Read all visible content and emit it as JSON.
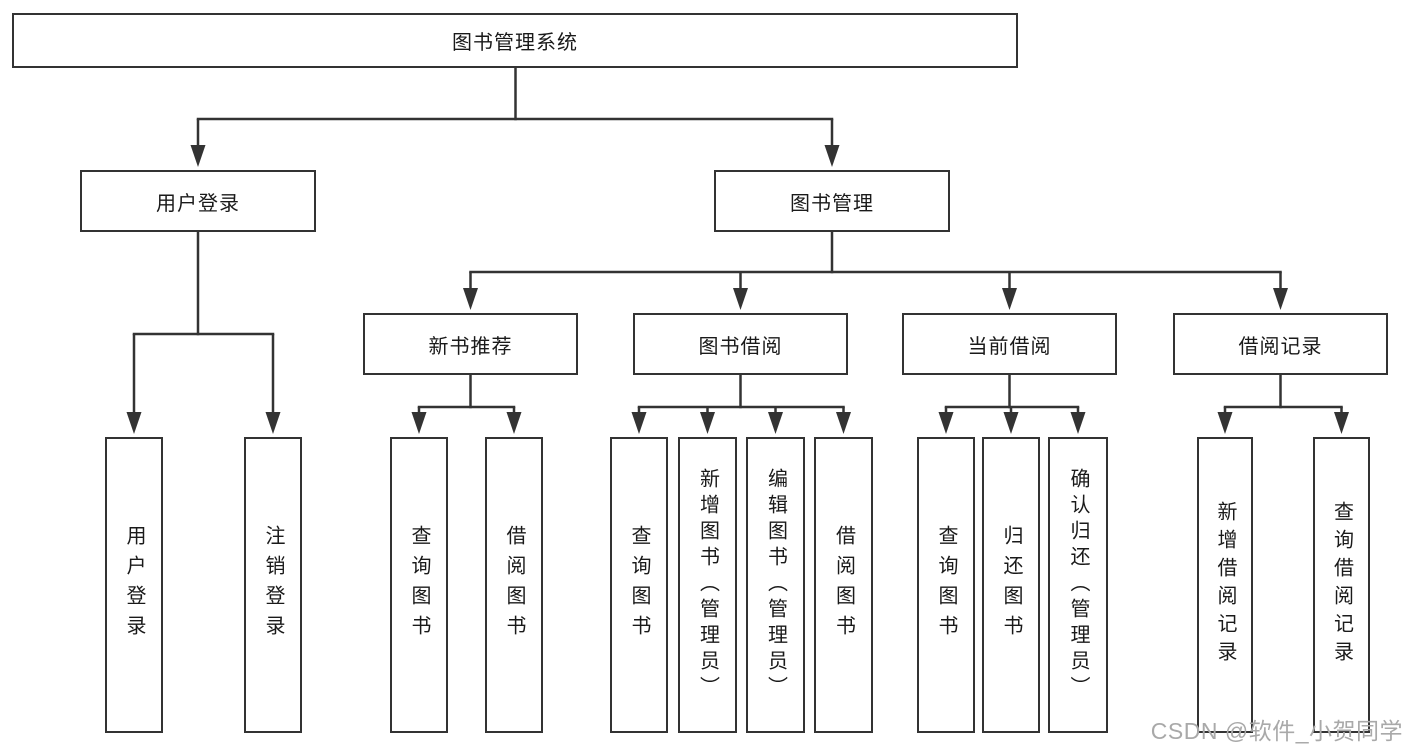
{
  "diagram": {
    "title": "图书管理系统",
    "watermark": "CSDN @软件_小贺同学",
    "colors": {
      "line": "#333333",
      "box_border": "#333333",
      "box_fill": "#ffffff",
      "text": "#1a1a1a",
      "watermark": "#a9a9a9",
      "background": "#ffffff"
    },
    "nodes": {
      "root": {
        "label": "图书管理系统"
      },
      "user_login": {
        "label": "用户登录"
      },
      "book_mgmt": {
        "label": "图书管理"
      },
      "new_book_rec": {
        "label": "新书推荐"
      },
      "book_borrow": {
        "label": "图书借阅"
      },
      "current_borrow": {
        "label": "当前借阅"
      },
      "borrow_record": {
        "label": "借阅记录"
      },
      "leaf_user_login": {
        "label": "用户登录"
      },
      "leaf_logout": {
        "label": "注销登录"
      },
      "leaf_query_book_1": {
        "label": "查询图书"
      },
      "leaf_borrow_book_1": {
        "label": "借阅图书"
      },
      "leaf_query_book_2": {
        "label": "查询图书"
      },
      "leaf_add_book": {
        "label": "新增图书（管理员）"
      },
      "leaf_edit_book": {
        "label": "编辑图书（管理员）"
      },
      "leaf_borrow_book_2": {
        "label": "借阅图书"
      },
      "leaf_query_book_3": {
        "label": "查询图书"
      },
      "leaf_return_book": {
        "label": "归还图书"
      },
      "leaf_confirm_return": {
        "label": "确认归还（管理员）"
      },
      "leaf_add_borrow_record": {
        "label": "新增借阅记录"
      },
      "leaf_query_borrow_record": {
        "label": "查询借阅记录"
      }
    },
    "structure": {
      "图书管理系统": [
        "用户登录",
        "图书管理"
      ],
      "用户登录": [
        "用户登录",
        "注销登录"
      ],
      "图书管理": [
        "新书推荐",
        "图书借阅",
        "当前借阅",
        "借阅记录"
      ],
      "新书推荐": [
        "查询图书",
        "借阅图书"
      ],
      "图书借阅": [
        "查询图书",
        "新增图书（管理员）",
        "编辑图书（管理员）",
        "借阅图书"
      ],
      "当前借阅": [
        "查询图书",
        "归还图书",
        "确认归还（管理员）"
      ],
      "借阅记录": [
        "新增借阅记录",
        "查询借阅记录"
      ]
    }
  }
}
